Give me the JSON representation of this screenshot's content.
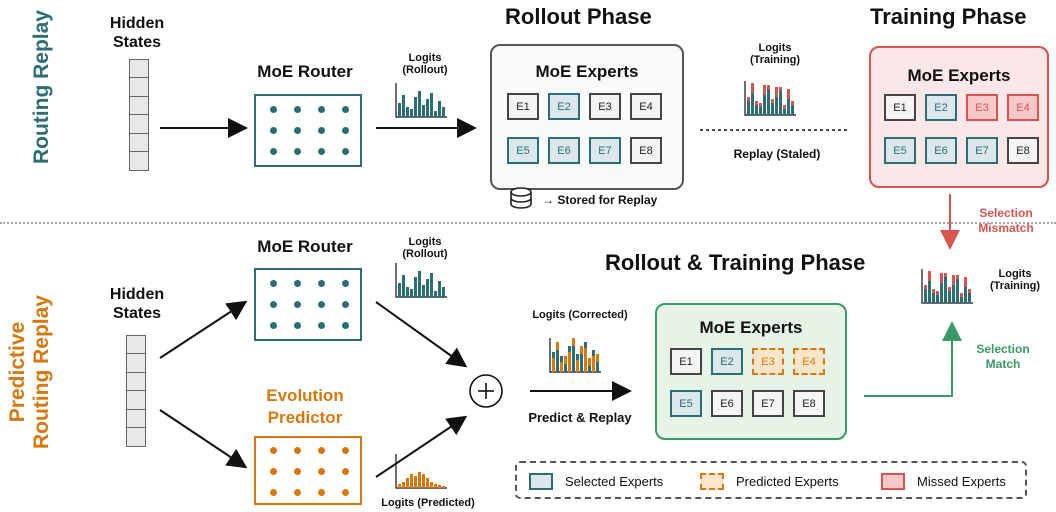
{
  "colors": {
    "teal": "#2b6f74",
    "orange": "#d9780e",
    "red": "#d9534f",
    "green": "#3a9a66"
  },
  "top": {
    "side_title": "Routing Replay",
    "rollout_title": "Rollout Phase",
    "training_title": "Training Phase",
    "hidden_states": "Hidden\nStates",
    "router_label": "MoE Router",
    "logits_rollout": "Logits\n(Rollout)",
    "logits_training": "Logits\n(Training)",
    "experts_title": "MoE Experts",
    "train_experts_title": "MoE Experts",
    "replay_label": "Replay (Staled)",
    "stored_label": "→ Stored for Replay",
    "mismatch_label": "Selection\nMismatch"
  },
  "bottom": {
    "side_title": "Predictive\nRouting Replay",
    "phase_title": "Rollout & Training Phase",
    "hidden_states": "Hidden\nStates",
    "router_label": "MoE Router",
    "predictor_label": "Evolution\nPredictor",
    "logits_rollout": "Logits\n(Rollout)",
    "logits_predicted": "Logits (Predicted)",
    "logits_corrected": "Logits (Corrected)",
    "predict_replay": "Predict & Replay",
    "experts_title": "MoE Experts",
    "logits_training": "Logits\n(Training)",
    "match_label": "Selection\nMatch"
  },
  "experts": {
    "rollout": [
      {
        "id": "E1",
        "state": "none"
      },
      {
        "id": "E2",
        "state": "sel"
      },
      {
        "id": "E3",
        "state": "none"
      },
      {
        "id": "E4",
        "state": "none"
      },
      {
        "id": "E5",
        "state": "sel"
      },
      {
        "id": "E6",
        "state": "sel"
      },
      {
        "id": "E7",
        "state": "sel"
      },
      {
        "id": "E8",
        "state": "none"
      }
    ],
    "training": [
      {
        "id": "E1",
        "state": "none"
      },
      {
        "id": "E2",
        "state": "sel"
      },
      {
        "id": "E3",
        "state": "miss"
      },
      {
        "id": "E4",
        "state": "miss"
      },
      {
        "id": "E5",
        "state": "sel"
      },
      {
        "id": "E6",
        "state": "sel"
      },
      {
        "id": "E7",
        "state": "sel"
      },
      {
        "id": "E8",
        "state": "none"
      }
    ],
    "predictive": [
      {
        "id": "E1",
        "state": "none"
      },
      {
        "id": "E2",
        "state": "sel"
      },
      {
        "id": "E3",
        "state": "pred"
      },
      {
        "id": "E4",
        "state": "pred"
      },
      {
        "id": "E5",
        "state": "sel"
      },
      {
        "id": "E6",
        "state": "none"
      },
      {
        "id": "E7",
        "state": "none"
      },
      {
        "id": "E8",
        "state": "none"
      }
    ]
  },
  "legend": {
    "selected": "Selected Experts",
    "predicted": "Predicted Experts",
    "missed": "Missed Experts"
  }
}
